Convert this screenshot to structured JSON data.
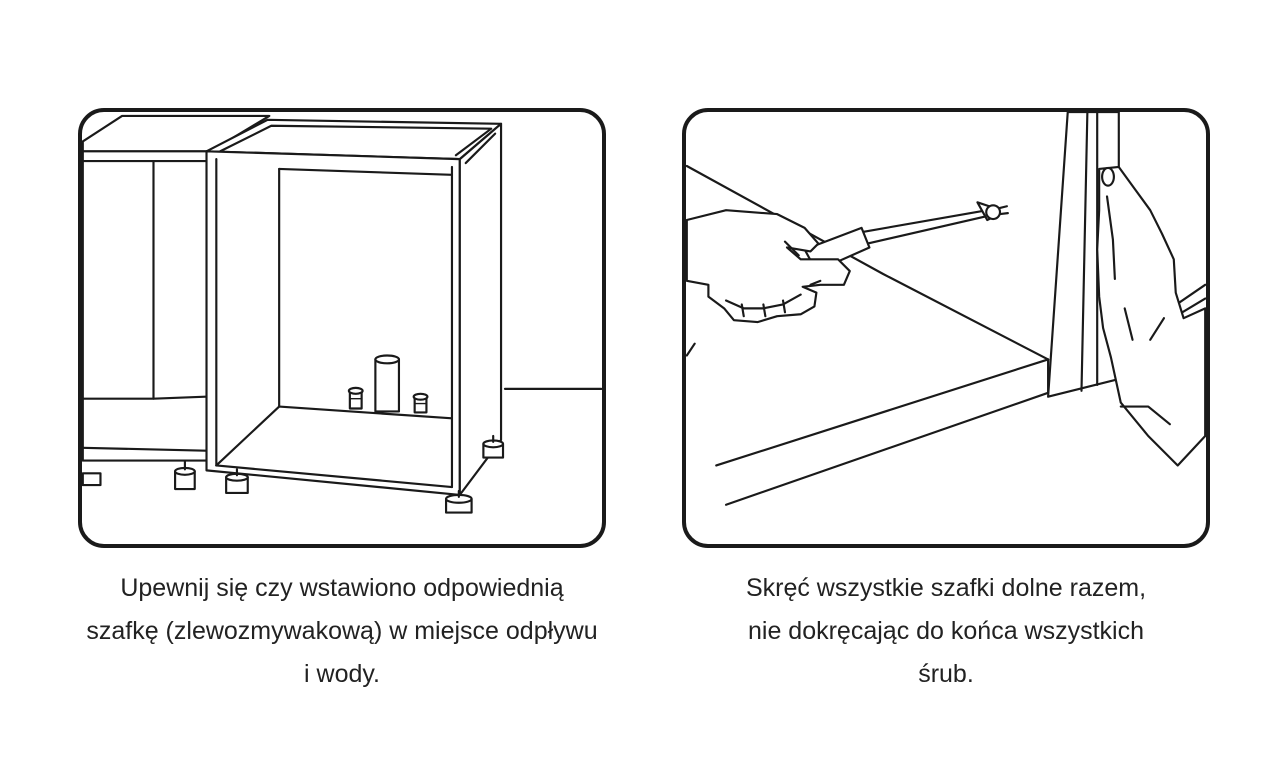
{
  "steps": [
    {
      "caption_lines": [
        "Upewnij się czy wstawiono odpowiednią",
        "szafkę (zlewozmywakową) w miejsce odpływu",
        "i wody."
      ]
    },
    {
      "caption_lines": [
        "Skręć wszystkie szafki dolne razem,",
        "nie dokręcając do końca wszystkich",
        "śrub."
      ]
    }
  ]
}
